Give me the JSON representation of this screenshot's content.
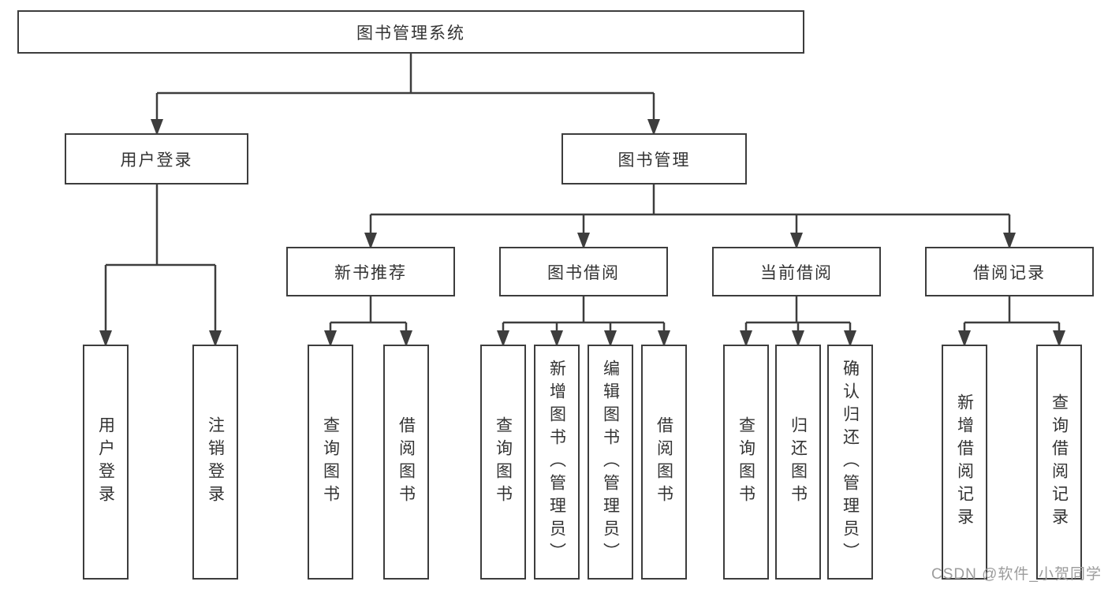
{
  "diagram": {
    "root": {
      "label": "图书管理系统"
    },
    "level2": [
      {
        "label": "用户登录"
      },
      {
        "label": "图书管理"
      }
    ],
    "level3": [
      {
        "label": "新书推荐"
      },
      {
        "label": "图书借阅"
      },
      {
        "label": "当前借阅"
      },
      {
        "label": "借阅记录"
      }
    ],
    "leaves": [
      {
        "label": "用户登录"
      },
      {
        "label": "注销登录"
      },
      {
        "label": "查询图书"
      },
      {
        "label": "借阅图书"
      },
      {
        "label": "查询图书"
      },
      {
        "label": "新增图书（管理员）"
      },
      {
        "label": "编辑图书（管理员）"
      },
      {
        "label": "借阅图书"
      },
      {
        "label": "查询图书"
      },
      {
        "label": "归还图书"
      },
      {
        "label": "确认归还（管理员）"
      },
      {
        "label": "新增借阅记录"
      },
      {
        "label": "查询借阅记录"
      }
    ],
    "watermark": "CSDN @软件_小贺同学",
    "colors": {
      "line": "#3d3d3d",
      "text": "#333333",
      "background": "#ffffff",
      "watermark": "#9c9c9c"
    }
  }
}
